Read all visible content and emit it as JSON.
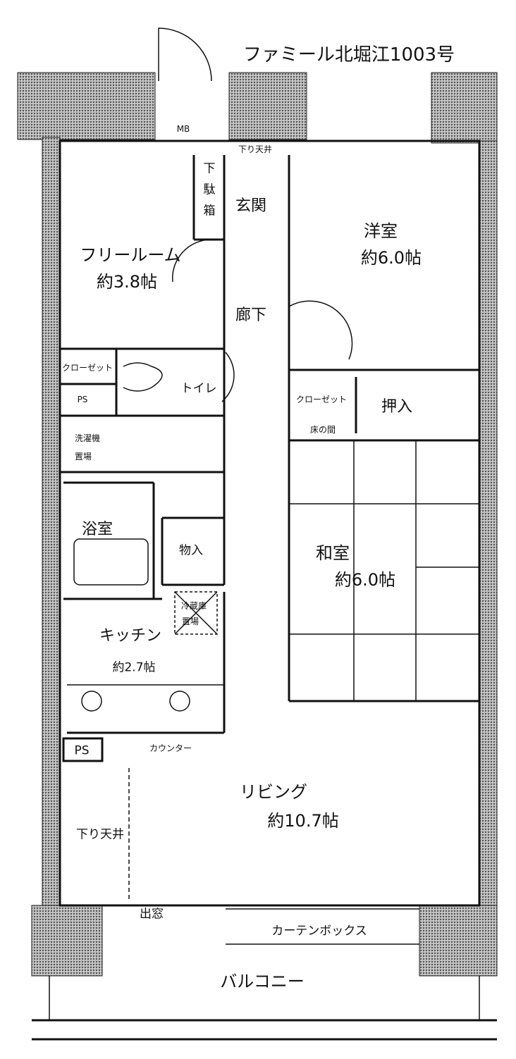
{
  "title": "ファミール北堀江1003号",
  "rooms": {
    "mb": "MB",
    "ceiling_top": "下り天井",
    "shoebox": [
      "下",
      "駄",
      "箱"
    ],
    "entrance": "玄関",
    "western_room": {
      "name": "洋室",
      "size": "約6.0帖"
    },
    "free_room": {
      "name": "フリールーム",
      "size": "約3.8帖"
    },
    "hallway": "廊下",
    "closet_left": "クローゼット",
    "toilet": "トイレ",
    "ps_upper": "PS",
    "closet_right": "クローゼット",
    "oshiire": "押入",
    "tokonoma": "床の間",
    "washer": [
      "洗濯機",
      "置場"
    ],
    "bathroom": "浴室",
    "storage": "物入",
    "japanese_room": {
      "name": "和室",
      "size": "約6.0帖"
    },
    "fridge": [
      "冷蔵庫",
      "置場"
    ],
    "kitchen": {
      "name": "キッチン",
      "size": "約2.7帖"
    },
    "ps_lower": "PS",
    "counter": "カウンター",
    "living": {
      "name": "リビング",
      "size": "約10.7帖"
    },
    "ceiling_living": "下り天井",
    "bay_window": "出窓",
    "curtain_box": "カーテンボックス",
    "balcony": "バルコニー"
  }
}
